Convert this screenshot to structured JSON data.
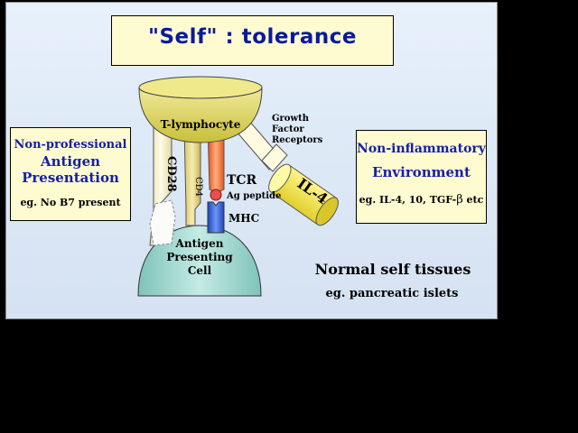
{
  "title": "\"Self\"  :  tolerance",
  "left_box": {
    "line1": "Non-professional",
    "line2": "Antigen",
    "line3": "Presentation",
    "example": "eg. No B7 present"
  },
  "right_box": {
    "line1": "Non-inflammatory",
    "line2": "Environment",
    "example_prefix": "eg. IL-4, 10, TGF-",
    "example_beta": "β",
    "example_suffix": " etc"
  },
  "diagram": {
    "t_cell": "T-lymphocyte",
    "apc_line1": "Antigen",
    "apc_line2": "Presenting",
    "apc_line3": "Cell",
    "cd28": "CD28",
    "cd4": "CD4",
    "tcr": "TCR",
    "ag_peptide": "Ag peptide",
    "mhc": "MHC",
    "growth1": "Growth",
    "growth2": "Factor",
    "growth3": "Receptors",
    "il4": "IL-4"
  },
  "footer": {
    "heading": "Normal self tissues",
    "sub": "eg. pancreatic islets"
  },
  "colors": {
    "title_blue": "#0a1a9c",
    "cell_yellow": "#d8cf5a",
    "apc_teal": "#a8d6cf",
    "tcr_orange": "#e8692a",
    "mhc_blue": "#2a5bd6",
    "il4_yellow": "#f2e84a",
    "box_fill": "#fffbd0"
  }
}
